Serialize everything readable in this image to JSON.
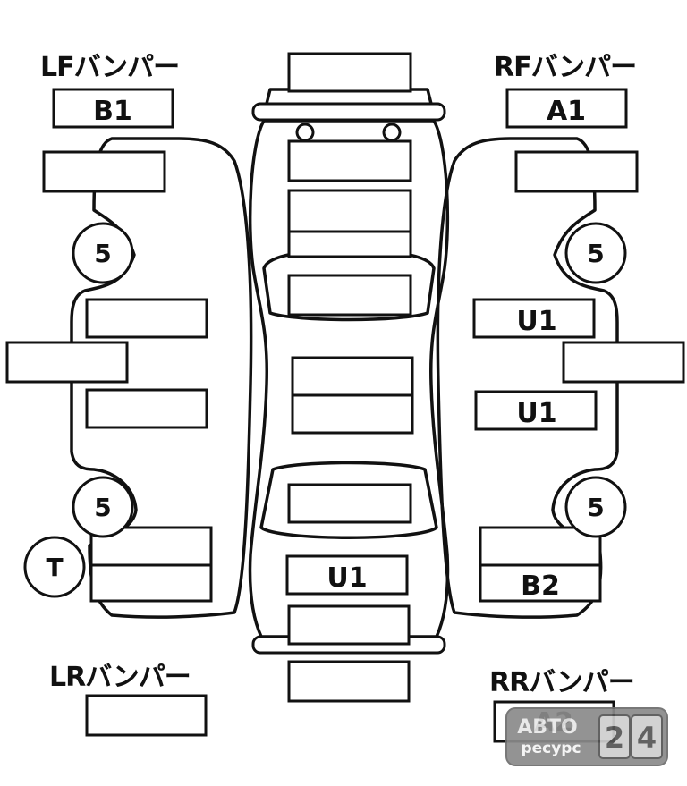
{
  "labels": {
    "lf_bumper": "LFバンパー",
    "rf_bumper": "RFバンパー",
    "lr_bumper": "LRバンパー",
    "rr_bumper": "RRバンパー"
  },
  "codes": {
    "lf_bumper_code": "B1",
    "rf_bumper_code": "A1",
    "rr_bumper_code": "A2",
    "right_front_door": "U1",
    "right_rear_door": "U1",
    "trunk": "U1",
    "right_rear_quarter": "B2"
  },
  "circles": {
    "wheel_lf": "5",
    "wheel_rf": "5",
    "wheel_lr": "5",
    "wheel_rr": "5",
    "tire": "T"
  },
  "watermark": {
    "line1": "АВТО",
    "line2": "ресурс",
    "digit1": "2",
    "digit2": "4"
  }
}
